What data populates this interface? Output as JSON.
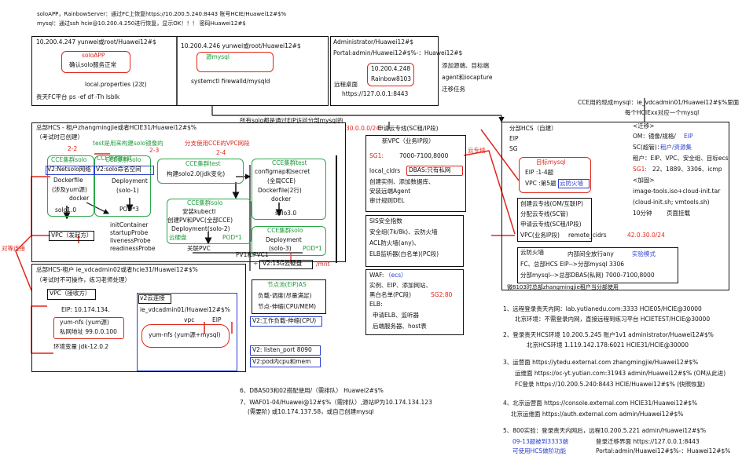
{
  "top": {
    "line1": "soloAPP，RainbowServer：通过FC上恢复https://10.200.5.240:8443 账号HCIE/Huawei12#$%",
    "line2": "mysql：通过ssh hcie@10.200.4.250进行恢复，显示OK！！！ 密码Huawei12#$"
  },
  "box1": {
    "host1": "10.200.4.247 yunwei或root/Huawei12#$",
    "soloapp": "soloAPP",
    "confirm": "确认solo服务正常",
    "local": "local.properties (2次)",
    "fc": "责天FC平台  ps -ef    df -Th    lsblk",
    "host2": "10.200.4.246 yunwei或root/Huawei12#$",
    "mysql": "源mysql",
    "systemctl": "systemctl firewalld/mysqld"
  },
  "box2": {
    "admin": "Administrator/Huawei12#$",
    "portal": "Portal:admin/Huawei12#$%-：Huawei12#$",
    "ip": "10.200.4.248",
    "rainbow": "Rainbow8103",
    "remote": "远程桌面",
    "url": "https://127.0.0.1:8443",
    "t1": "添加源端、目标端",
    "t2": "agent和iocapture",
    "t3": "迁移任务"
  },
  "eip_note": "所有solo都是通过EIP访问分部mysql的",
  "cce_note1": "CCE用的现成mysql：ie_vdcadmin01/Huawei12#$%里面",
  "cce_note2": "每个HCIExx对应一个mysql",
  "main": {
    "title": "总部HCS - 租户zhangmingjie或者HCIE31/Huawei12#$%",
    "sub": "（考试时已创建）",
    "n22": "2-2",
    "n23": "2-3",
    "n24": "2-4",
    "test_note": "test是用来构建solo镜像的",
    "branch_note": "分支使用CCE的VPC网段",
    "cce_solo1": "CCE集群solo",
    "cce_test1": "CCE集群test",
    "v2net": "V2:Netsolo网络",
    "dockerfile": "Dockerfile",
    "dockerfile2": "(涉及yum源)",
    "docker": "docker",
    "solo10": "solo1.0",
    "cce_solo2": "CCE集群solo",
    "v2ns": "V2:solo命名空间",
    "deployment": "Deployment",
    "solo1": "(solo-1)",
    "pod3": "POD*3",
    "init": "initContainer",
    "startup": "startupProbe",
    "liveness": "livenessProbe",
    "readiness": "readinessProbe",
    "cce_test2": "CCE集群test",
    "build20": "构建solo2.0(jdk变化)",
    "cce_solo3": "CCE集群solo",
    "kubectl": "安装kubectl",
    "pvpvc": "创建PV和PVC(全部CCE)",
    "deploy2": "Deployment(solo-2)",
    "cloud_disk": "云硬盘",
    "pod1": "POD*1",
    "pvc": "关联PVC",
    "cce_test3": "CCE集群test",
    "configmap": "configmap和secret",
    "all_cce": "(全局CCE)",
    "dockerfile_two": "Dockerfile(2行)",
    "docker2": "docker",
    "solo30": "solo3.0",
    "cce_solo4": "CCE集群solo",
    "deploy3": "Deployment",
    "solo3": "(solo-3)",
    "pod1b": "POD*1",
    "pv1": "PV1和PVC1",
    "v2_15g": "V2:15G云硬盘",
    "mnt": "/mnt",
    "vpc_gen": "VPC（发起方）",
    "swap": "对等连接"
  },
  "mid": {
    "seg": "30.0.0.0/24",
    "apply": "申请云专线(SC租/IP段)",
    "newvpc": "新VPC（业务IP段）",
    "sg1": "SG1:",
    "ports": "7000-7100,8000",
    "local_cidrs": "local_cidrs",
    "dbas": "DBAS:只有私网",
    "create1": "创建实例、添加数据库、",
    "create2": "安装远端Agent",
    "create3": "审计规则DEL",
    "cloud_line": "云专线",
    "sis_title": "SIS安全指数",
    "sis1": "安全组(7k/8k)、云防火墙",
    "sis2": "ACL防火墙(any)、",
    "sis3": "ELB监听器(白名单)(PC段)",
    "waf_title": "WAF:",
    "ecs": "（ecs）",
    "waf1": "实例、EIP、添加网站、",
    "waf2": "黑白名单(PC段)",
    "sg280": "SG2:80",
    "elb_title": "ELB:",
    "elb1": "申请ELB、监听器",
    "elb2": "后端服务器、host表",
    "node_title": "节点池(EIP)AS",
    "node1": "负载-调度(尽量满足)",
    "node2": "节点-伸缩(CPU/MEM)",
    "v2work": "V2:工作负载-伸缩(CPU)",
    "v2listen": "V2: listen_port 8090",
    "v2pod": "V2:pod内cpu和mem"
  },
  "right": {
    "hcs": "分部HCS（自建）",
    "eip": "EIP",
    "sg": "SG",
    "migrate": "<迁移>",
    "om": "OM：镜像/规格/",
    "eip_blue": "EIP",
    "sc": "SC(超管)：",
    "sc_blue": "租户/资源集",
    "tenant": "租户：EIP、VPC、安全组、目标ecs",
    "sg1": "SG1:",
    "sg1_ports": "22、1889、3306、icmp",
    "add": "<加固>",
    "image": "image-tools.iso+cloud-init.tar",
    "cloudinit": "(cloud-init.sh; vmtools.sh)",
    "ten_min": "10分钟",
    "page_mount": "页面挂载",
    "target_mysql": "目标mysql",
    "eip14": "EIP    :1-4题",
    "vpc5": "VPC :第5题",
    "cloud_fw": "云防火墙",
    "create_line": "创建云专线(OM/互联IP)",
    "assign_line": "分配云专线(SC管)",
    "apply_line": "申请云专线(SC租/IP段)",
    "vpc_ip": "VPC(业务IP段)",
    "remote_cidrs": "remote_cidrs",
    "seg42": "42.0.30.0/24",
    "fw": "云防火墙",
    "inner": "内部间全放行any",
    "mode": "实验模式",
    "fc_eip": "FC、总部HCS EIP-->分部mysql 3306",
    "branch": "分部mysql-->总部DBAS(私网) 7000-7100,8000",
    "footer": "微8103时总部zhangmingjie租户当分部使用"
  },
  "left2": {
    "title": "总部HCS-租户 ie_vdcadmin02或者hcie31/Huawei12#$%",
    "sub": "（考试时不可操作，练习老师处理）",
    "vpc": "VPC（接收方）",
    "eip": "EIP:  10.174.134.",
    "yum": "yum-nfs (yum源)",
    "private": "私网地址 99.0.0.100",
    "env": "环境变量 jdk-12.0.2",
    "v2cloud": "v2云连接",
    "ie_admin": "ie_vdcadmin01/Huawei12#$%",
    "vpc_small": "vpc",
    "eip_small": "EIP",
    "yum_mysql": "yum-nfs (yum源+mysql)"
  },
  "notes": {
    "n6": "6、DBAS03和02搭配使用/（需排队）  Huawei2#$%",
    "n7a": "7、WAF01-04/Huawei@12#$%（需排队）,源站IP为10.174.134.123",
    "n7b": "(需要阶)                              或10.174.137.58，或自己创建mysql"
  },
  "list": {
    "i1a": "1、远程登录责天内网：lab.yutianedu.com:3333 HCIE05/HCIE@30000",
    "i1b": "北京环境：不需登录内网，直接远程到练习平台     HCIETEST/HCIE@30000",
    "i2a": "2、登录责天HCS环境  10.200.5.245   账户1v1   administrator/Huawei12#$%",
    "i2b": "北京HCS环境  1.119.142.178:6021 HCIE31/HCIE@30000",
    "i3a": "3、运营面 https://ytedu.external.com          zhangmingjie/Huawei12#$%",
    "i3b": "运维面 https://oc-yt.yutian.com:31943 admin/Huawei12#$% (OM从此进)",
    "i3c": "FC登录 https://10.200.5.240:8443        HCIE/Huawei12#$% (快照恢复)",
    "i4a": "4、北京运营面 https://console.external.com   HCIE31/Huawei12#$%",
    "i4b": "北京运维面 https://auth.external.com          admin/Huawei12#$%",
    "i5": "5、800实验：登录责天内网后，远程10.200.5.221 admin/Huawei12#$%",
    "i5b": "09-13题被到3333端",
    "i5c": "可使用HCS做阶功能",
    "i5d": "登录迁移界面 https://127.0.0.1:8443",
    "i5e": "Portal:admin/Huawei12#$%-：Huawei12#$%"
  }
}
